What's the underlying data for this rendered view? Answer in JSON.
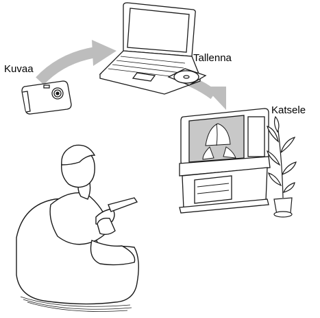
{
  "labels": {
    "shoot": "Kuvaa",
    "save": "Tallenna",
    "watch": "Katsele"
  },
  "colors": {
    "arrow": "#bdbdbd",
    "line": "#1a1a1a",
    "screen": "#c8c8c8",
    "fill": "#ffffff"
  },
  "icons": {
    "camera": "digital-camera-icon",
    "laptop": "laptop-computer-icon",
    "disc": "optical-disc-icon",
    "tv": "television-icon",
    "plant": "potted-plant-icon",
    "person": "person-with-remote-icon"
  }
}
